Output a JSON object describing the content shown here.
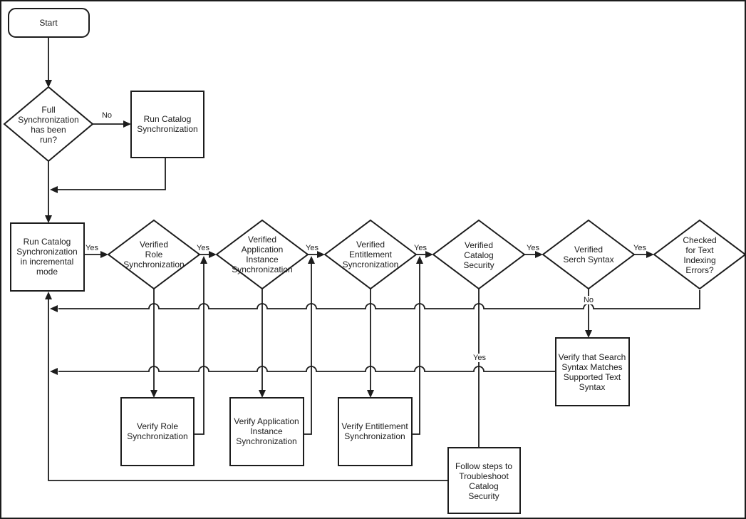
{
  "flowchart": {
    "title": "Catalog synchronization troubleshooting flowchart",
    "colors": {
      "line": "#1c1c1c",
      "background": "#ffffff",
      "text": "#1c1c1c"
    },
    "nodes": {
      "start": "Start",
      "full_sync_decision": "Full\nSynchronization\nhas been\nrun?",
      "run_catalog_sync": "Run Catalog\nSynchronization",
      "run_incremental": "Run Catalog\nSynchronization\nin incremental\nmode",
      "verified_role": "Verified\nRole\nSynchronization",
      "verified_app_instance": "Verified\nApplication\nInstance\nSynchronization",
      "verified_entitlement": "Verified\nEntitlement\nSyncronization",
      "verified_catalog_security": "Verified\nCatalog\nSecurity",
      "verified_search_syntax": "Verified\nSerch Syntax",
      "checked_text_indexing": "Checked\nfor Text\nIndexing\nErrors?",
      "verify_role": "Verify Role\nSynchronization",
      "verify_app_instance": "Verify Application\nInstance\nSynchronization",
      "verify_entitlement": "Verify Entitlement\nSynchronization",
      "verify_search_syntax": "Verify that Search\nSyntax Matches\nSupported Text\nSyntax",
      "follow_steps": "Follow steps to\nTroubleshoot\nCatalog\nSecurity"
    },
    "edge_labels": {
      "no_full_sync": "No",
      "yes_incremental": "Yes",
      "yes_role": "Yes",
      "yes_app_instance": "Yes",
      "yes_entitlement": "Yes",
      "yes_catalog_security": "Yes",
      "yes_search_syntax": "Yes",
      "no_search_syntax": "No",
      "yes_catalog_security_down": "Yes"
    }
  }
}
